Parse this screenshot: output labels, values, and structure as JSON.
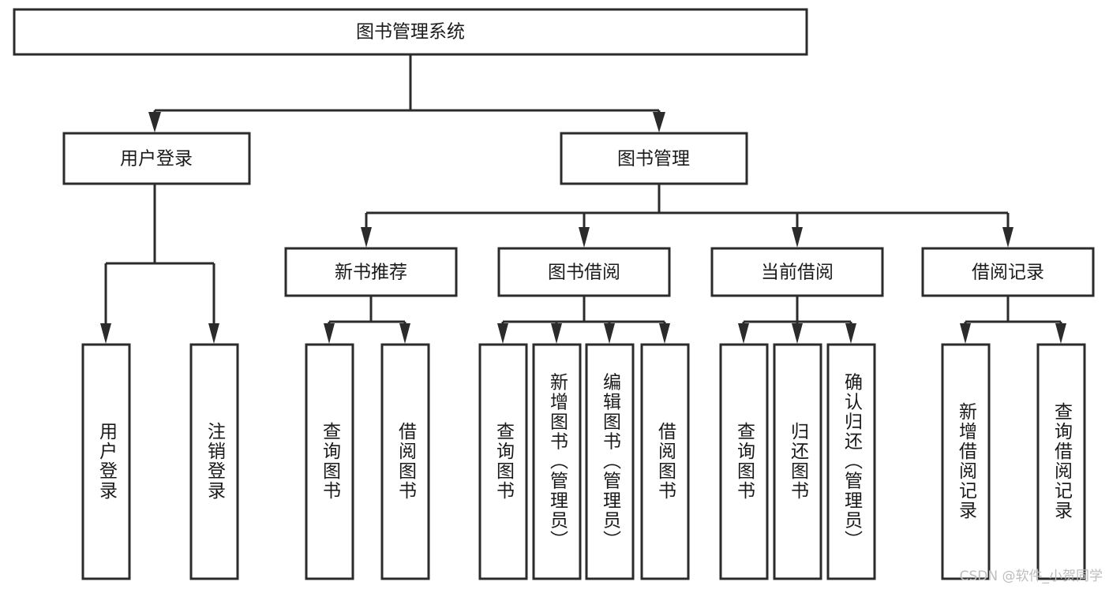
{
  "diagram": {
    "title": "图书管理系统",
    "watermark": "CSDN @软件_小贺同学",
    "accent_color": "#2b2b2b",
    "background_color": "#ffffff",
    "node_fill": "#ffffff",
    "nodes": {
      "root": "图书管理系统",
      "l2_user_login": "用户登录",
      "l2_book_manage": "图书管理",
      "l3_new_book": "新书推荐",
      "l3_borrow": "图书借阅",
      "l3_current": "当前借阅",
      "l3_record": "借阅记录",
      "leaf_user_login": "用户登录",
      "leaf_logout": "注销登录",
      "leaf_query_book_1": "查询图书",
      "leaf_borrow_book_1": "借阅图书",
      "leaf_query_book_2": "查询图书",
      "leaf_add_book": "新增图书（管理员）",
      "leaf_edit_book": "编辑图书（管理员）",
      "leaf_borrow_book_2": "借阅图书",
      "leaf_query_book_3": "查询图书",
      "leaf_return_book": "归还图书",
      "leaf_confirm_return": "确认归还（管理员）",
      "leaf_add_record": "新增借阅记录",
      "leaf_query_record": "查询借阅记录"
    }
  },
  "chart_data": {
    "type": "diagram",
    "subtype": "tree-hierarchy",
    "title": "图书管理系统",
    "levels": 4,
    "tree": {
      "label": "图书管理系统",
      "children": [
        {
          "label": "用户登录",
          "children": [
            {
              "label": "用户登录",
              "children": []
            },
            {
              "label": "注销登录",
              "children": []
            }
          ]
        },
        {
          "label": "图书管理",
          "children": [
            {
              "label": "新书推荐",
              "children": [
                {
                  "label": "查询图书",
                  "children": []
                },
                {
                  "label": "借阅图书",
                  "children": []
                }
              ]
            },
            {
              "label": "图书借阅",
              "children": [
                {
                  "label": "查询图书",
                  "children": []
                },
                {
                  "label": "新增图书（管理员）",
                  "children": []
                },
                {
                  "label": "编辑图书（管理员）",
                  "children": []
                },
                {
                  "label": "借阅图书",
                  "children": []
                }
              ]
            },
            {
              "label": "当前借阅",
              "children": [
                {
                  "label": "查询图书",
                  "children": []
                },
                {
                  "label": "归还图书",
                  "children": []
                },
                {
                  "label": "确认归还（管理员）",
                  "children": []
                }
              ]
            },
            {
              "label": "借阅记录",
              "children": [
                {
                  "label": "新增借阅记录",
                  "children": []
                },
                {
                  "label": "查询借阅记录",
                  "children": []
                }
              ]
            }
          ]
        }
      ]
    }
  }
}
